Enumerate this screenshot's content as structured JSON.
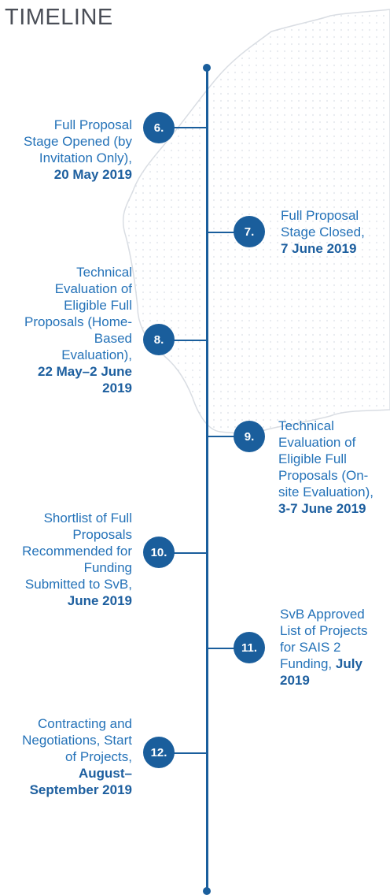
{
  "title": "TIMELINE",
  "items": [
    {
      "number": "6.",
      "text": "Full Proposal Stage Opened (by Invitation Only),",
      "date": "20 May 2019"
    },
    {
      "number": "7.",
      "text": "Full Proposal Stage Closed,",
      "date": "7 June 2019"
    },
    {
      "number": "8.",
      "text": "Technical Evaluation of Eligible Full Proposals (Home-Based Evaluation),",
      "date": "22 May–2 June 2019"
    },
    {
      "number": "9.",
      "text": "Technical Evaluation of Eligible Full Proposals (On-site Evaluation),",
      "date": "3-7 June 2019"
    },
    {
      "number": "10.",
      "text": "Shortlist of Full Proposals Recommended for Funding Submitted to SvB,",
      "date": "June 2019"
    },
    {
      "number": "11.",
      "text": "SvB Approved List of Projects for SAIS 2 Funding,",
      "date": "July 2019"
    },
    {
      "number": "12.",
      "text": "Contracting and Negotiations, Start of Projects,",
      "date": "August–September 2019"
    }
  ],
  "colors": {
    "line": "#1a5e9c",
    "text": "#2472b8",
    "title": "#4a4e57",
    "map": "#d9dde3"
  }
}
